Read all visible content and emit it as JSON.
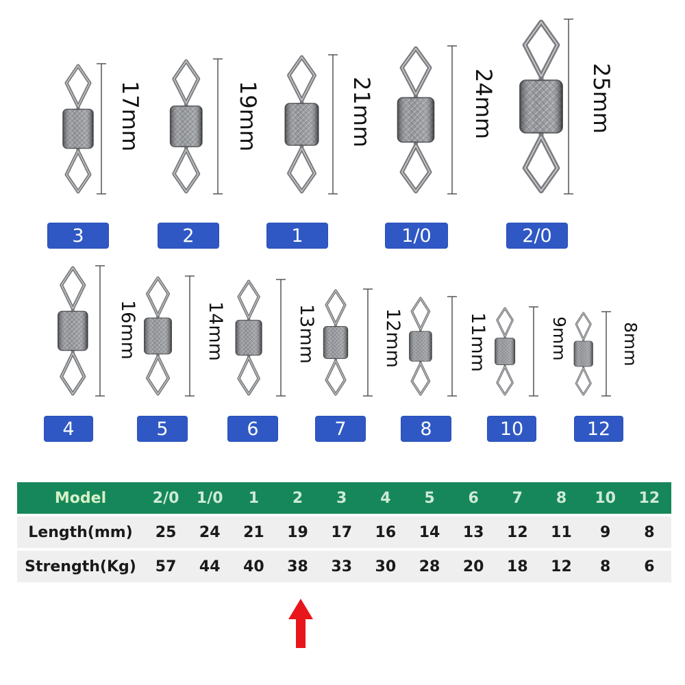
{
  "colors": {
    "badge_bg": "#2f58c4",
    "table_header_bg": "#16875a",
    "table_row_bg": "#efefef",
    "arrow": "#e8161b",
    "metal": "#7b7d80"
  },
  "swivels": [
    {
      "size": "3",
      "length": "17mm"
    },
    {
      "size": "2",
      "length": "19mm"
    },
    {
      "size": "1",
      "length": "21mm"
    },
    {
      "size": "1/0",
      "length": "24mm"
    },
    {
      "size": "2/0",
      "length": "25mm"
    },
    {
      "size": "4",
      "length": "16mm"
    },
    {
      "size": "5",
      "length": "14mm"
    },
    {
      "size": "6",
      "length": "13mm"
    },
    {
      "size": "7",
      "length": "12mm"
    },
    {
      "size": "8",
      "length": "11mm"
    },
    {
      "size": "10",
      "length": "9mm"
    },
    {
      "size": "12",
      "length": "8mm"
    }
  ],
  "table": {
    "header_label": "Model",
    "models": [
      "2/0",
      "1/0",
      "1",
      "2",
      "3",
      "4",
      "5",
      "6",
      "7",
      "8",
      "10",
      "12"
    ],
    "rows": [
      {
        "label": "Length(mm)",
        "values": [
          "25",
          "24",
          "21",
          "19",
          "17",
          "16",
          "14",
          "13",
          "12",
          "11",
          "9",
          "8"
        ]
      },
      {
        "label": "Strength(Kg)",
        "values": [
          "57",
          "44",
          "40",
          "38",
          "33",
          "30",
          "28",
          "20",
          "18",
          "12",
          "8",
          "6"
        ]
      }
    ]
  },
  "pointer": {
    "icon": "red-up-arrow-icon",
    "points_to_model": "2"
  }
}
